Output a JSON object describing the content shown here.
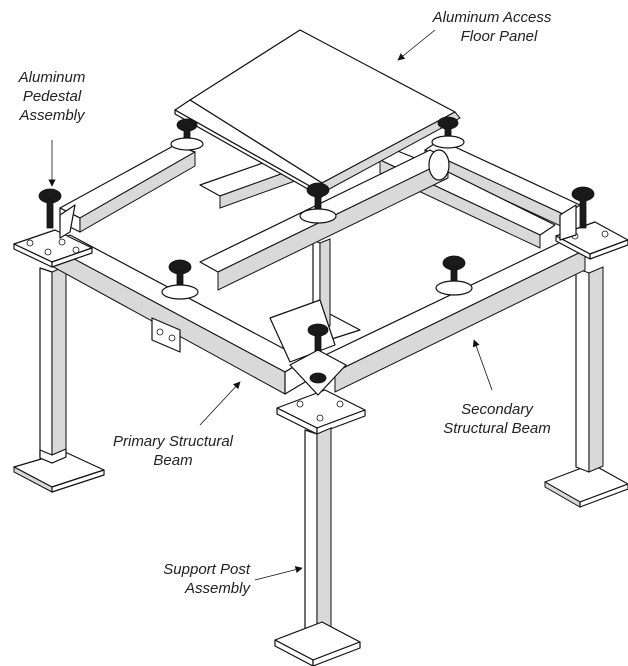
{
  "labels": {
    "floor_panel": [
      "Aluminum Access",
      "Floor Panel"
    ],
    "pedestal": [
      "Aluminum",
      "Pedestal",
      "Assembly"
    ],
    "secondary_beam": [
      "Secondary",
      "Structural Beam"
    ],
    "primary_beam": [
      "Primary Structural",
      "Beam"
    ],
    "support_post": [
      "Support Post",
      "Assembly"
    ]
  },
  "colors": {
    "line": "#111111",
    "fill": "#ffffff",
    "shade": "#d9d9d9",
    "hardware": "#1a1a1a"
  }
}
